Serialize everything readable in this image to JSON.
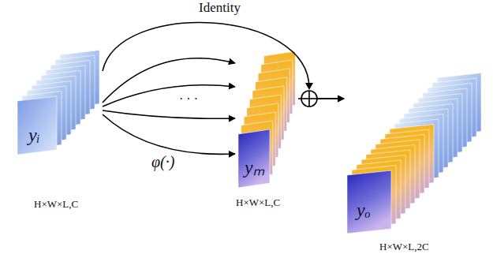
{
  "diagram": {
    "nodes": [
      {
        "text": [
          "yᵢ"
        ]
      },
      {
        "text": [
          "yₘ"
        ]
      },
      {
        "text": [
          "yₒ"
        ]
      }
    ],
    "edges": [
      {
        "from": 0,
        "to": 1,
        "label": "φ(·)",
        "arrow": "to"
      },
      {
        "from": 0,
        "to": 1,
        "arrow": "to"
      },
      {
        "from": 0,
        "to": 1,
        "arrow": "to"
      },
      {
        "from": 0,
        "to": 1,
        "arrow": "to"
      },
      {
        "from": 0,
        "to": 2,
        "label": "Identity",
        "arrow": "to"
      },
      {
        "from": 1,
        "to": 2,
        "arrow": "to"
      }
    ],
    "labels": [
      "· · ·",
      "H×W×L,C",
      "H×W×L,C",
      "H×W×L,2C"
    ]
  }
}
